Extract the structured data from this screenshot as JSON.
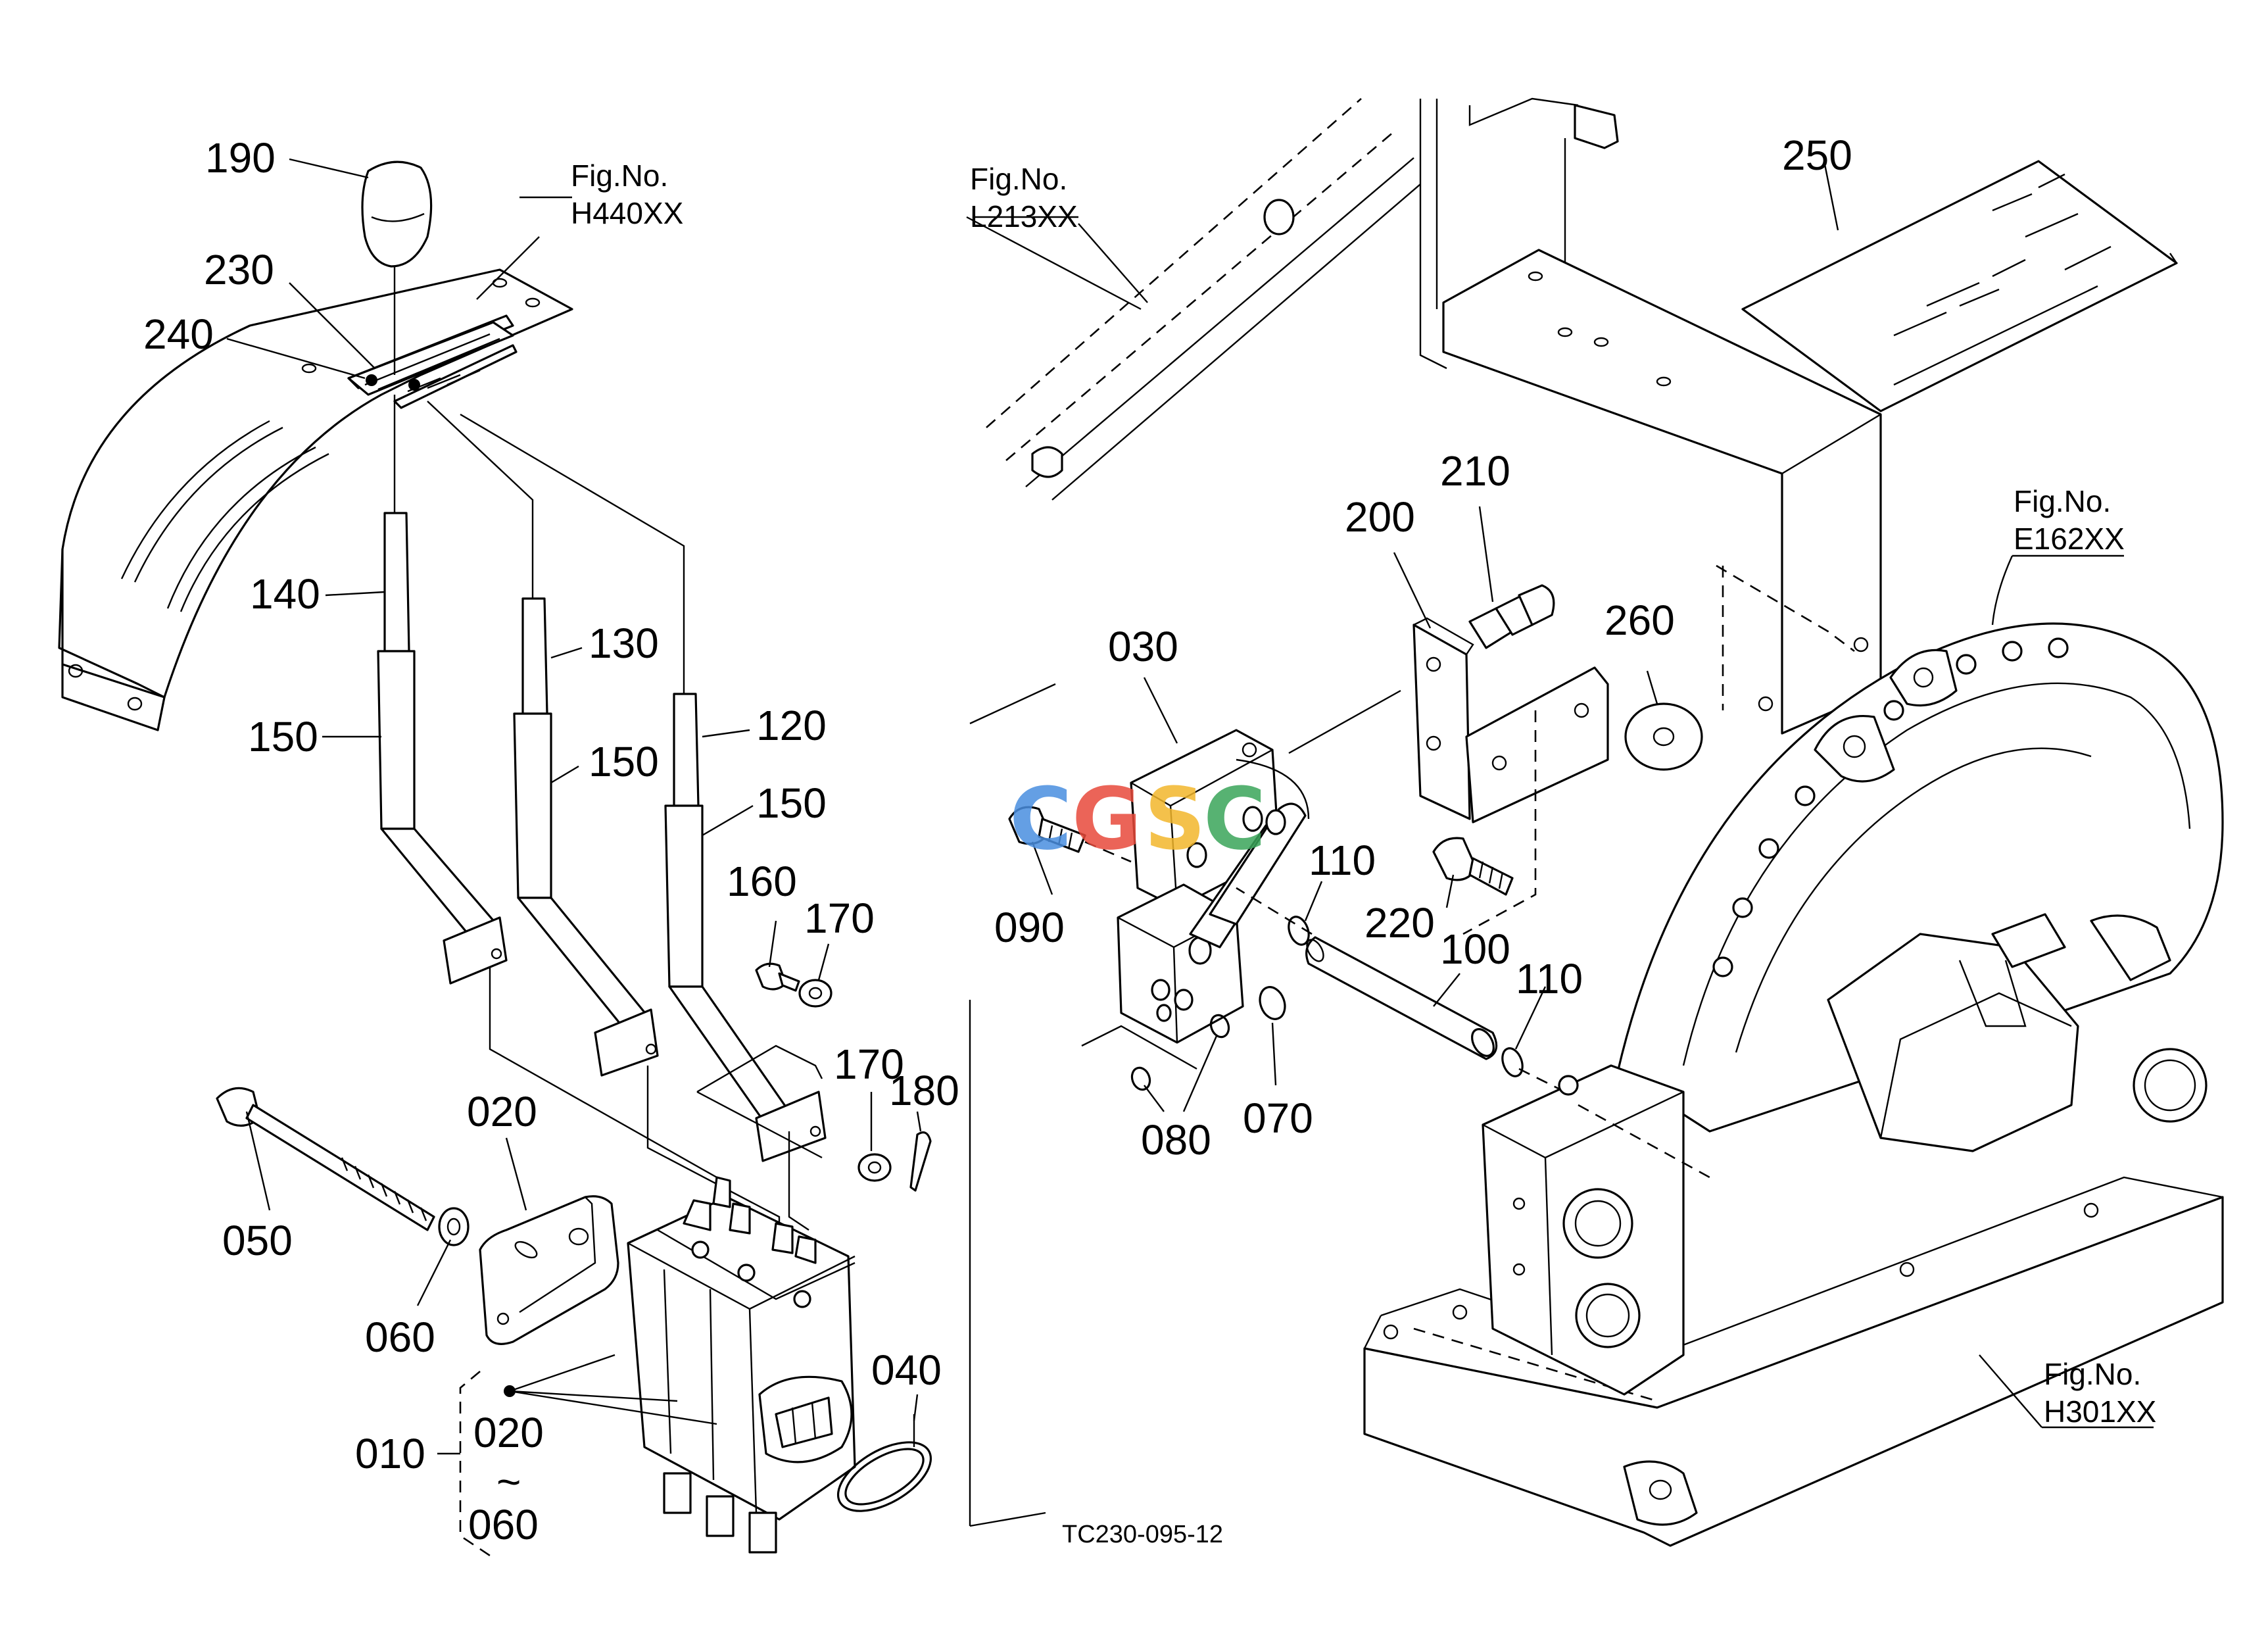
{
  "labels": {
    "p190": "190",
    "p230": "230",
    "p240": "240",
    "p140": "140",
    "p130": "130",
    "p120": "120",
    "p150a": "150",
    "p150b": "150",
    "p150c": "150",
    "p160": "160",
    "p170a": "170",
    "p170b": "170",
    "p180": "180",
    "p050": "050",
    "p020a": "020",
    "p060a": "060",
    "p010": "010",
    "p020b": "020",
    "p060b": "060",
    "p040": "040",
    "p030": "030",
    "p090": "090",
    "p080": "080",
    "p070": "070",
    "p110a": "110",
    "p110b": "110",
    "p100": "100",
    "p200": "200",
    "p210": "210",
    "p220": "220",
    "p260": "260",
    "p250": "250",
    "tilde": "~"
  },
  "figrefs": {
    "h440_label": "Fig.No.",
    "h440_code": "H440XX",
    "l213_label": "Fig.No.",
    "l213_code": "L213XX",
    "e162_label": "Fig.No.",
    "e162_code": "E162XX",
    "h301_label": "Fig.No.",
    "h301_code": "H301XX"
  },
  "drawing_code": "TC230-095-12",
  "watermark": {
    "letters": [
      "C",
      "G",
      "S",
      "C"
    ],
    "colors": [
      "#4a8fe0",
      "#e84a3b",
      "#f3b72c",
      "#3aa55a"
    ]
  }
}
